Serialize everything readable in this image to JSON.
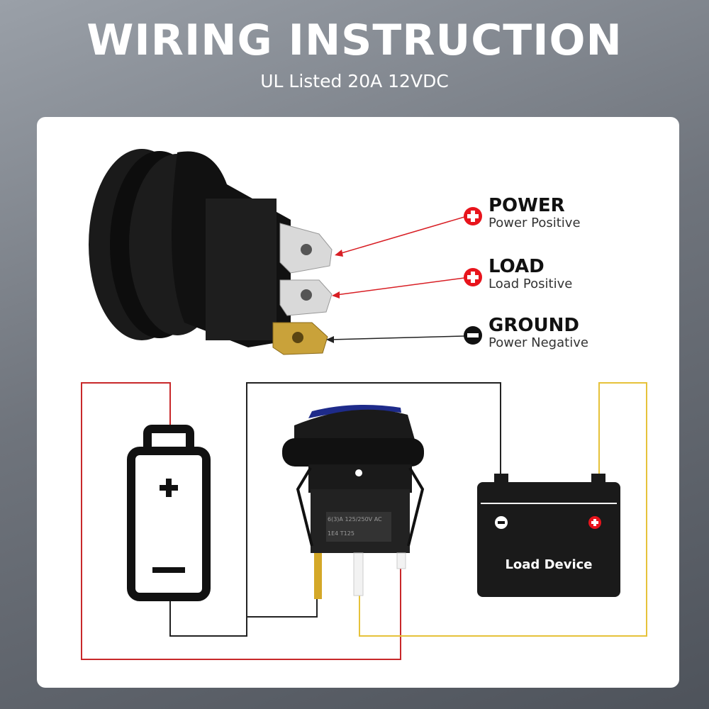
{
  "header": {
    "title": "WIRING INSTRUCTION",
    "subtitle": "UL Listed 20A 12VDC"
  },
  "terminals": [
    {
      "title": "POWER",
      "desc": "Power Positive",
      "sign": "plus",
      "color": "#e8141c"
    },
    {
      "title": "LOAD",
      "desc": "Load Positive",
      "sign": "plus",
      "color": "#e8141c"
    },
    {
      "title": "GROUND",
      "desc": "Power Negative",
      "sign": "minus",
      "color": "#111111"
    }
  ],
  "load_device": {
    "label": "Load Device"
  },
  "switch_label": {
    "line1": "6(3)A 125/250V AC",
    "line2": "1E4 T125"
  },
  "wire_colors": {
    "red": "#c8282a",
    "black": "#222222",
    "yellow": "#e6c23a"
  }
}
